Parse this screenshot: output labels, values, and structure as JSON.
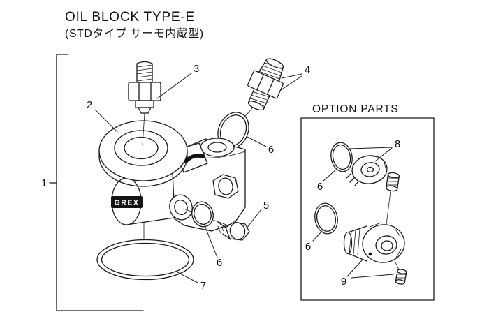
{
  "title": {
    "line1": "OIL BLOCK TYPE-E",
    "line2": "(STDタイプ サーモ内蔵型)"
  },
  "badge": {
    "brand": "GREX"
  },
  "option_box": {
    "title": "OPTION PARTS"
  },
  "callouts": {
    "c1": "1",
    "c2": "2",
    "c3": "3",
    "c4": "4",
    "c5": "5",
    "c6a": "6",
    "c6b": "6",
    "c6c": "6",
    "c6d": "6",
    "c7": "7",
    "c8": "8",
    "c9": "9"
  }
}
